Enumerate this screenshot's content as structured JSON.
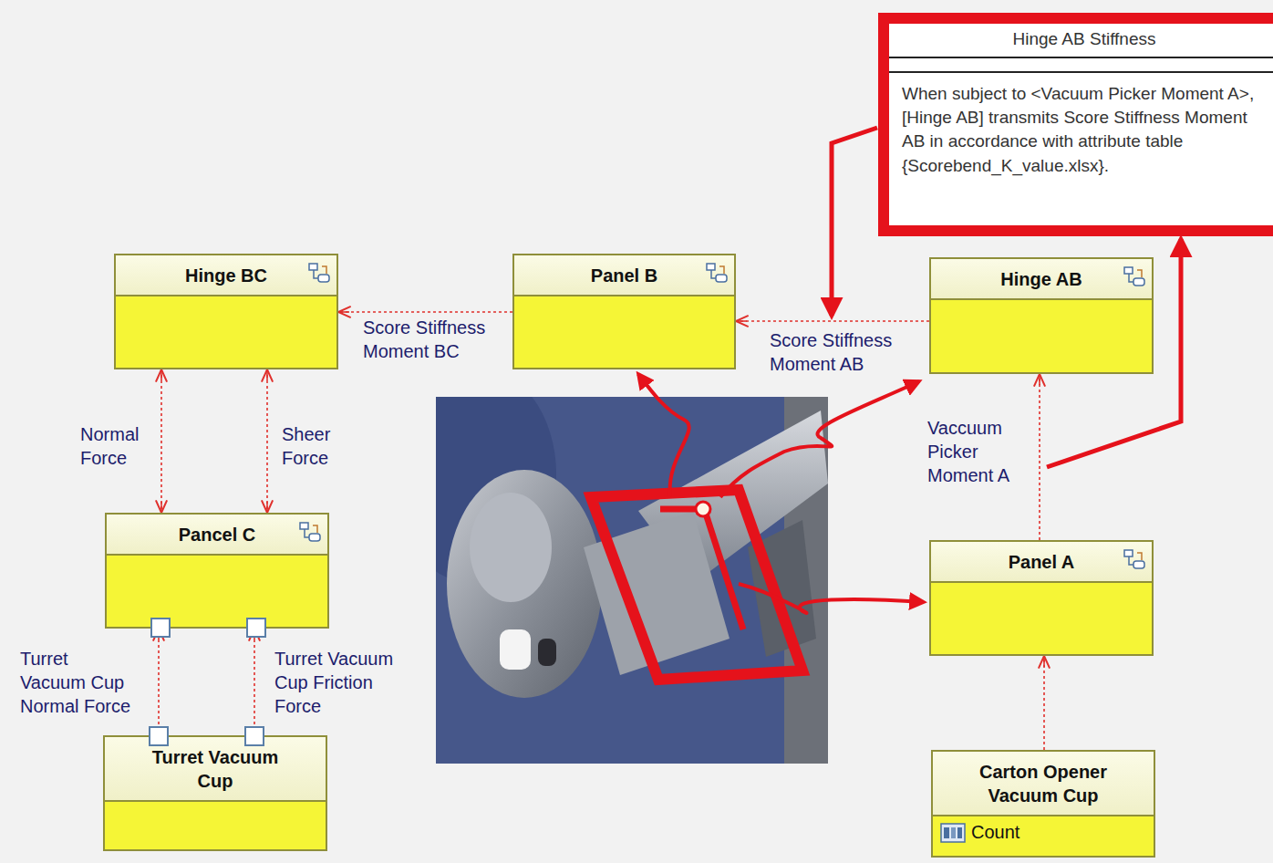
{
  "diagram": {
    "nodes": [
      {
        "text": [
          "Hinge AB Stiffness",
          "When subject to <Vacuum Picker Moment A>, [Hinge AB] transmits Score Stiffness Moment AB in accordance with attribute table {Scorebend_K_value.xlsx}."
        ]
      },
      {
        "text": [
          "Hinge BC"
        ]
      },
      {
        "text": [
          "Panel B"
        ]
      },
      {
        "text": [
          "Hinge AB"
        ]
      },
      {
        "text": [
          "Pancel C"
        ]
      },
      {
        "text": [
          "Panel A"
        ]
      },
      {
        "text": [
          "Turret Vacuum Cup"
        ]
      },
      {
        "text": [
          "Carton Opener Vacuum Cup",
          "Count"
        ]
      }
    ],
    "edges": [
      {
        "from": 2,
        "to": 1,
        "arrow": "to",
        "label": "Score Stiffness Moment BC"
      },
      {
        "from": 3,
        "to": 2,
        "arrow": "to",
        "label": "Score Stiffness Moment AB"
      },
      {
        "from": 1,
        "to": 4,
        "arrow": "both",
        "label": "Normal Force"
      },
      {
        "from": 1,
        "to": 4,
        "arrow": "both",
        "label": "Sheer Force"
      },
      {
        "from": 6,
        "to": 4,
        "arrow": "to",
        "label": "Turret Vacuum Cup Normal Force"
      },
      {
        "from": 6,
        "to": 4,
        "arrow": "to",
        "label": "Turret Vacuum Cup Friction Force"
      },
      {
        "from": 5,
        "to": 3,
        "arrow": "to",
        "label": "Vaccuum Picker Moment A"
      },
      {
        "from": 7,
        "to": 5,
        "arrow": "to"
      }
    ]
  }
}
